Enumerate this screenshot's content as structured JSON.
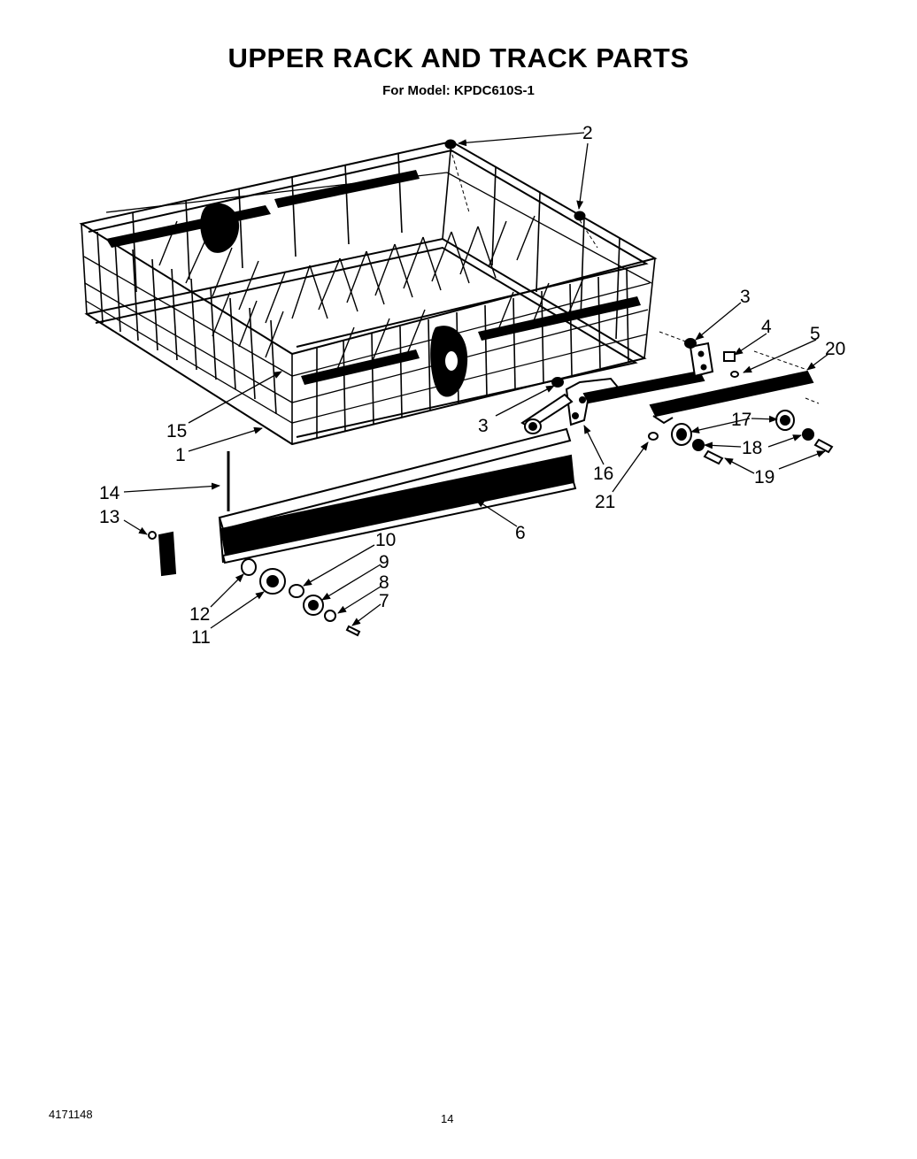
{
  "header": {
    "title": "UPPER RACK AND TRACK PARTS",
    "model_line": "For Model: KPDC610S-1"
  },
  "footer": {
    "doc_number": "4171148",
    "page_number": "14"
  },
  "callouts": [
    "2",
    "2",
    "3",
    "4",
    "5",
    "20",
    "3",
    "17",
    "18",
    "19",
    "16",
    "21",
    "15",
    "1",
    "14",
    "13",
    "6",
    "10",
    "9",
    "8",
    "7",
    "12",
    "11"
  ]
}
